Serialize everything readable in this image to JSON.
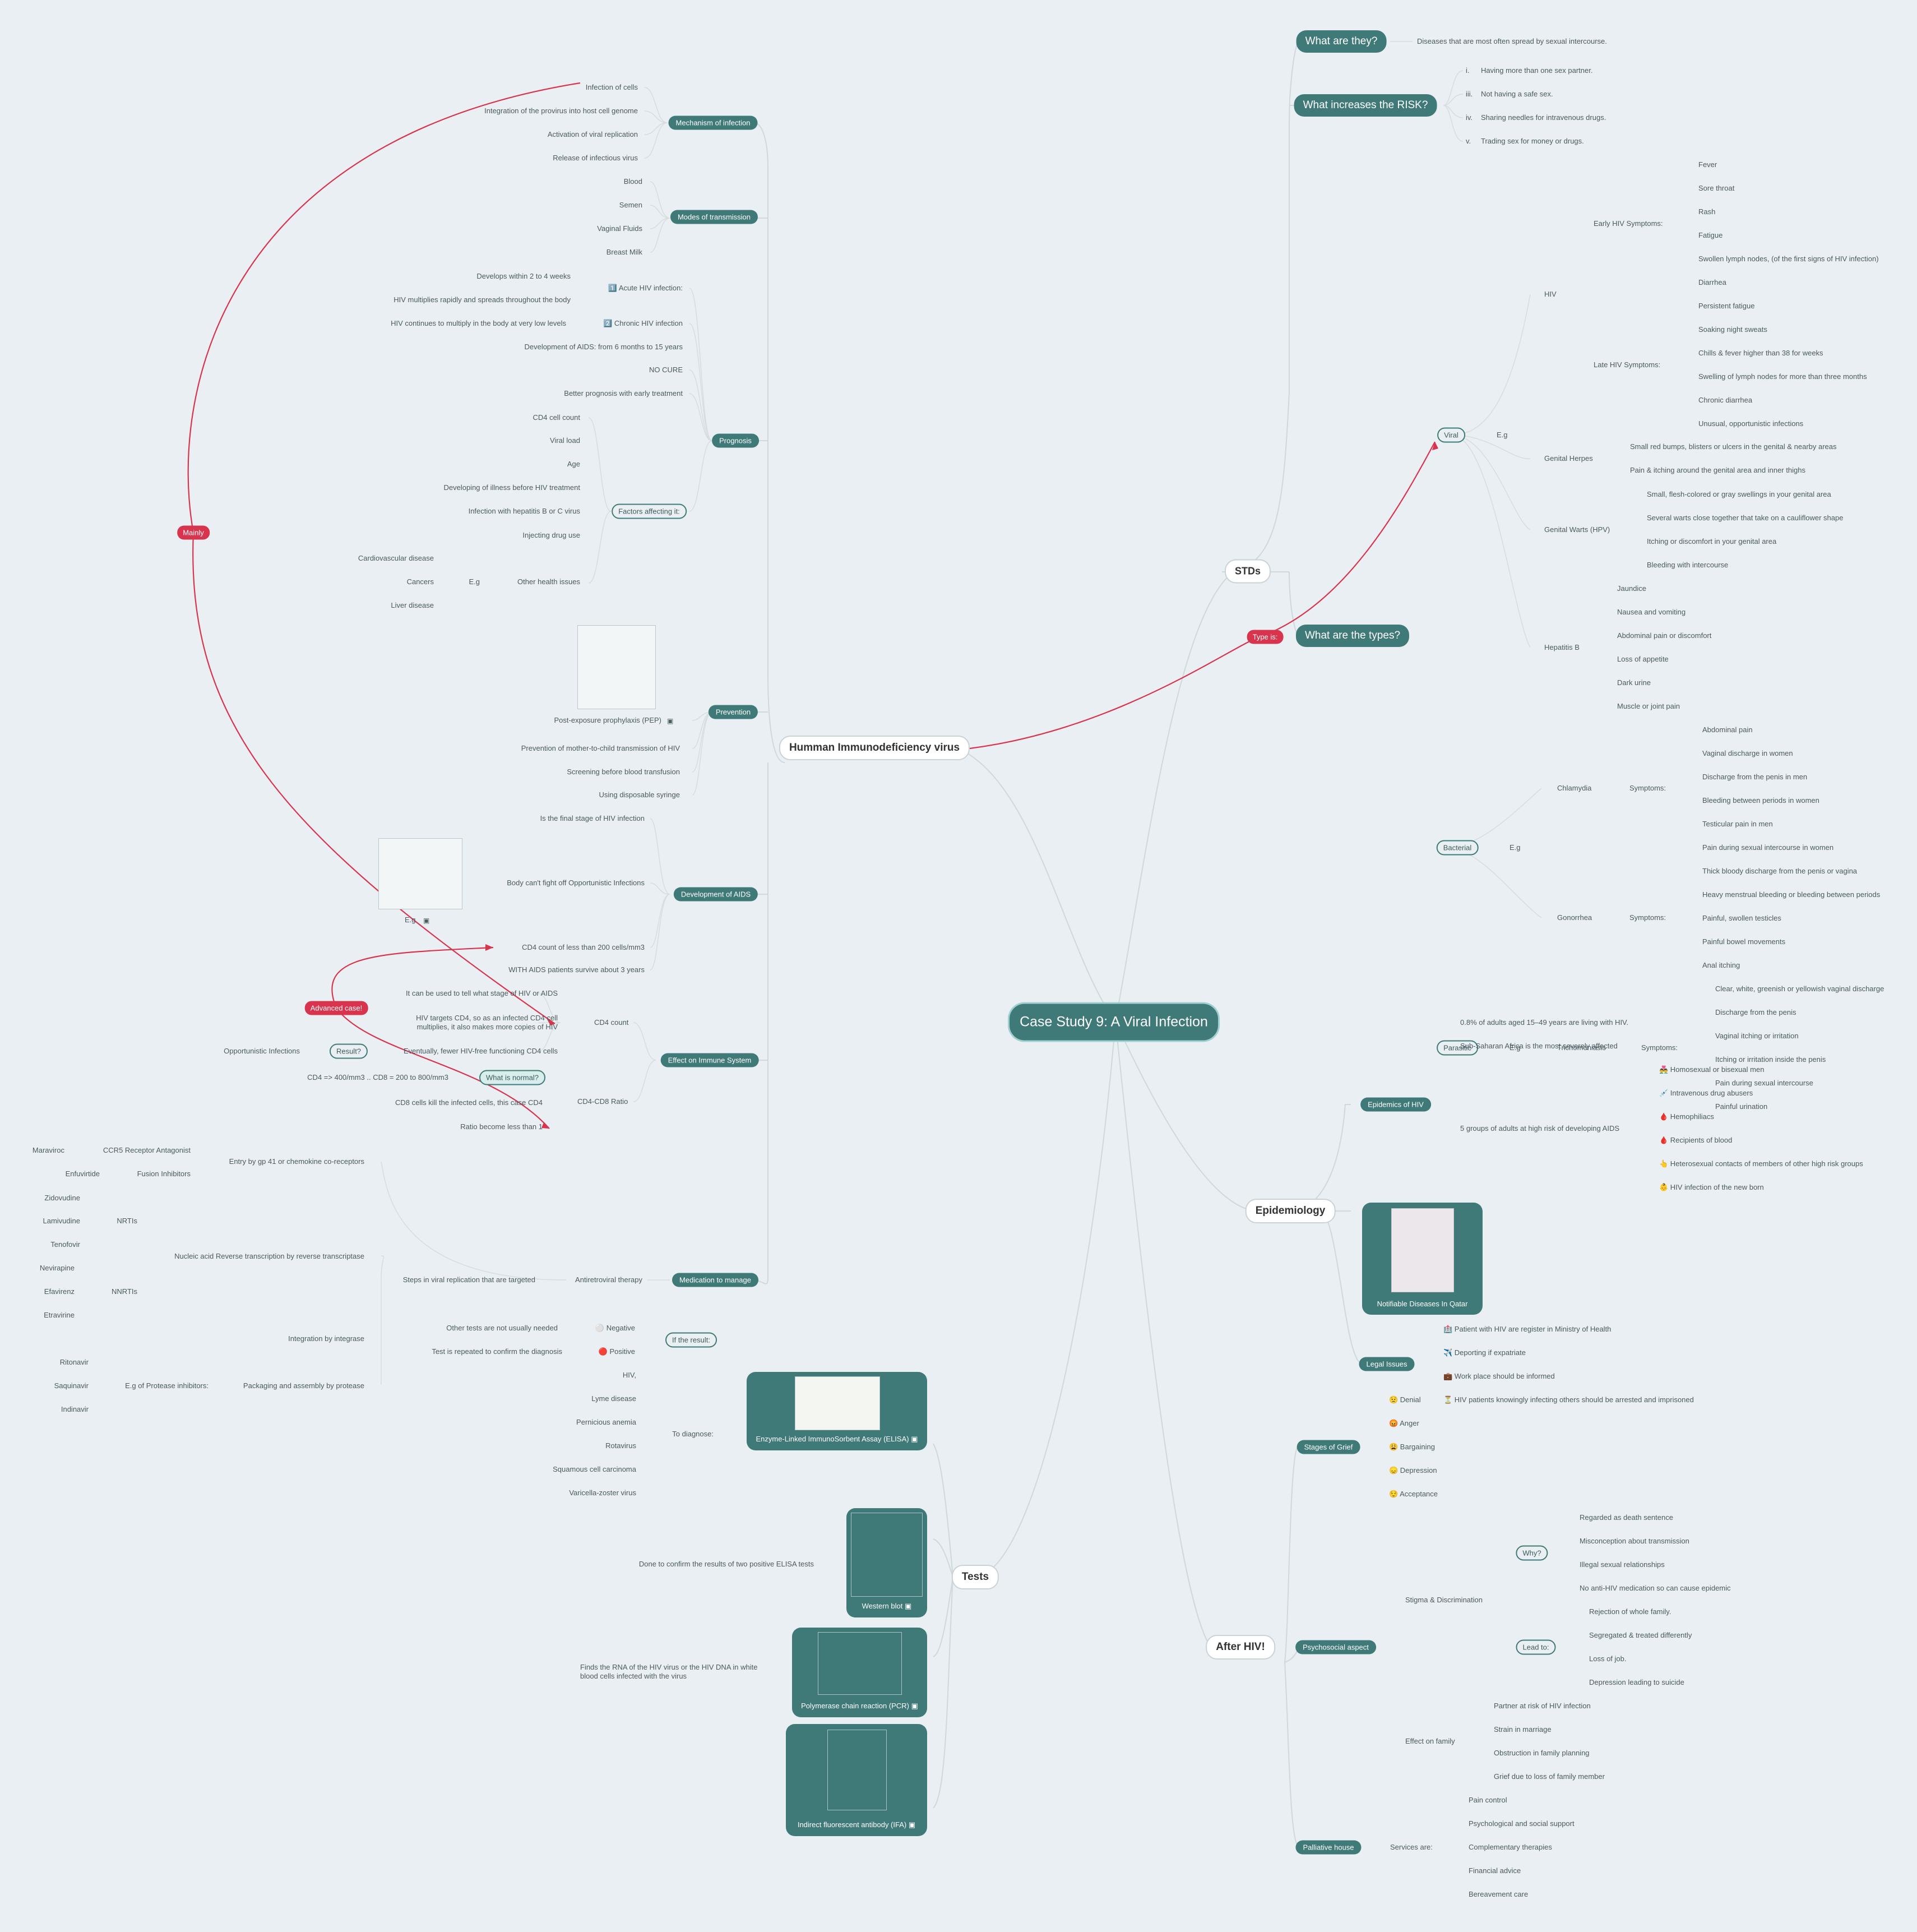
{
  "center": "Case Study 9: A Viral Infection",
  "main": {
    "hiv": "Humman Immunodeficiency virus",
    "stds": "STDs",
    "epi": "Epidemiology",
    "after": "After HIV!",
    "tests": "Tests"
  },
  "red": {
    "mainly": "Mainly",
    "typeis": "Type is:",
    "advanced": "Advanced case!"
  },
  "hiv": {
    "mechanism": {
      "title": "Mechanism of infection",
      "items": [
        "Infection of cells",
        "Integration of the provirus into host cell genome",
        "Activation of viral replication",
        "Release of infectious virus"
      ]
    },
    "modes": {
      "title": "Modes of transmission",
      "items": [
        "Blood",
        "Semen",
        "Vaginal Fluids",
        "Breast Milk"
      ]
    },
    "prognosis": {
      "title": "Prognosis",
      "acute": "1️⃣ Acute HIV infection:",
      "acute_items": [
        "Develops within 2 to 4 weeks",
        "HIV multiplies rapidly and spreads throughout the body"
      ],
      "chronic": "2️⃣ Chronic HIV infection",
      "chronic_items": [
        "HIV continues to multiply in the body at very low levels"
      ],
      "aids_dev": "Development of AIDS: from 6 months to 15 years",
      "nocure": "NO CURE",
      "better": "Better prognosis with early treatment",
      "factors": "Factors affecting it:",
      "factor_items": [
        "CD4 cell count",
        "Viral load",
        "Age",
        "Developing of illness before HIV treatment",
        "Infection with hepatitis B or C virus",
        "Injecting drug use",
        "Other health issues"
      ],
      "eg": "E.g",
      "eg_items": [
        "Cardiovascular disease",
        "Cancers",
        "Liver disease"
      ]
    },
    "prevention": {
      "title": "Prevention",
      "items": [
        "Post-exposure prophylaxis (PEP)",
        "Prevention of mother-to-child transmission of HIV",
        "Screening before blood transfusion",
        "Using disposable syringe"
      ]
    },
    "aids": {
      "title": "Development of AIDS",
      "items": [
        "Is the final stage of HIV infection",
        "Body can't fight off Opportunistic Infections",
        "CD4 count of less than 200 cells/mm3",
        "WITH AIDS patients survive about 3 years"
      ],
      "eg": "E.g"
    },
    "immune": {
      "title": "Effect on Immune System",
      "cd4": "CD4 count",
      "cd4_items": [
        "It can be used to tell what stage of HIV or AIDS",
        "HIV targets CD4, so as an infected CD4 cell multiplies, it also makes more copies of HIV",
        "Eventually, fewer HIV-free functioning CD4 cells"
      ],
      "result": "Result?",
      "opp": "Opportunistic Infections",
      "ratio": "CD4-CD8 Ratio",
      "normal": "What is normal?",
      "ratio_items": [
        "CD4 => 400/mm3 .. CD8 = 200 to 800/mm3",
        "CD8 cells kill the infected cells, this case CD4",
        "Ratio become less than 1"
      ]
    },
    "medication": {
      "title": "Medication to manage",
      "art": "Antiretroviral therapy",
      "steps": "Steps in viral replication that are targeted",
      "entry": "Entry by gp 41 or chemokine co-receptors",
      "ccr5": "CCR5 Receptor Antagonist",
      "maraviroc": "Maraviroc",
      "fusion": "Fusion Inhibitors",
      "enfuvirtide": "Enfuvirtide",
      "nrt": "Nucleic acid Reverse transcription by reverse transcriptase",
      "nrtis": "NRTIs",
      "nrti_items": [
        "Zidovudine",
        "Lamivudine",
        "Tenofovir"
      ],
      "nnrtis": "NNRTIs",
      "nnrti_items": [
        "Nevirapine",
        "Efavirenz",
        "Etravirine"
      ],
      "integrase": "Integration by integrase",
      "packaging": "Packaging and assembly by protease",
      "pi": "E.g of Protease inhibitors:",
      "pi_items": [
        "Ritonavir",
        "Saquinavir",
        "Indinavir"
      ]
    }
  },
  "stds": {
    "what": {
      "title": "What are they?",
      "text": "Diseases that are most often spread by sexual intercourse."
    },
    "risk": {
      "title": "What increases the RISK?",
      "nums": [
        "i.",
        "iii.",
        "iv.",
        "v."
      ],
      "items": [
        "Having more than one sex partner.",
        "Not having a safe sex.",
        "Sharing needles for intravenous drugs.",
        "Trading sex for money or drugs."
      ]
    },
    "types": {
      "title": "What are the types?",
      "viral": "Viral",
      "eg": "E.g",
      "hiv": "HIV",
      "early": "Early HIV Symptoms:",
      "early_items": [
        "Fever",
        "Sore throat",
        "Rash",
        "Fatigue",
        "Swollen lymph nodes, (of the first signs of HIV infection)",
        "Diarrhea"
      ],
      "late": "Late HIV Symptoms:",
      "late_items": [
        "Persistent fatigue",
        "Soaking night sweats",
        "Chills & fever higher than 38 for weeks",
        "Swelling of lymph nodes for more than three months",
        "Chronic diarrhea",
        "Unusual, opportunistic infections"
      ],
      "herpes": "Genital Herpes",
      "herpes_items": [
        "Small red bumps, blisters or ulcers in the genital & nearby areas",
        "Pain & itching around the genital area and inner thighs"
      ],
      "warts": "Genital Warts (HPV)",
      "warts_items": [
        "Small, flesh-colored or gray swellings in your genital area",
        "Several warts close together that take on a cauliflower shape",
        "Itching or discomfort in your genital area",
        "Bleeding with intercourse"
      ],
      "hepb": "Hepatitis B",
      "hepb_items": [
        "Jaundice",
        "Nausea and vomiting",
        "Abdominal pain or discomfort",
        "Loss of appetite",
        "Dark urine",
        "Muscle or joint pain"
      ],
      "bacterial": "Bacterial",
      "chlamydia": "Chlamydia",
      "symptoms": "Symptoms:",
      "chlam_items": [
        "Abdominal pain",
        "Vaginal discharge in women",
        "Discharge from the penis in men",
        "Bleeding between periods in women",
        "Testicular pain in men",
        "Pain during sexual intercourse in women"
      ],
      "gonorrhea": "Gonorrhea",
      "gono_items": [
        "Thick bloody discharge from the penis or vagina",
        "Heavy menstrual bleeding or bleeding between periods",
        "Painful, swollen testicles",
        "Painful bowel movements",
        "Anal itching"
      ],
      "parasitic": "Parasitic",
      "tricho": "Trichomoniasis",
      "tricho_items": [
        "Clear, white, greenish or yellowish vaginal discharge",
        "Discharge from the penis",
        "Vaginal itching or irritation",
        "Itching or irritation inside the penis",
        "Pain during sexual intercourse",
        "Painful urination"
      ]
    }
  },
  "epi": {
    "epidemics": {
      "title": "Epidemics of HIV",
      "items": [
        "0.8% of adults aged 15–49 years are living with HIV.",
        "Sub-Saharan Africa is the most severely affected",
        "5 groups of adults at high risk of developing AIDS"
      ],
      "groups": [
        "👨‍❤️‍👨 Homosexual or bisexual men",
        "💉 Intravenous drug abusers",
        "🩸 Hemophiliacs",
        "🩸 Recipients of blood",
        "👆 Heterosexual contacts of members of other high risk groups",
        "👶 HIV infection of the new born"
      ]
    },
    "notifiable": "Notifiable Diseases In Qatar",
    "legal": {
      "title": "Legal Issues",
      "items": [
        "🏥 Patient with HIV are register in Ministry of Health",
        "✈️ Deporting if expatriate",
        "💼 Work place should be informed",
        "⏳ HIV patients knowingly infecting others should be arrested and imprisoned"
      ]
    }
  },
  "after": {
    "grief": {
      "title": "Stages of Grief",
      "items": [
        "😟 Denial",
        "😡 Anger",
        "😩 Bargaining",
        "😞 Depression",
        "😌 Acceptance"
      ]
    },
    "psycho": {
      "title": "Psychosocial aspect",
      "stigma": "Stigma & Discrimination",
      "why": "Why?",
      "why_items": [
        "Regarded as death sentence",
        "Misconception about transmission",
        "Illegal sexual relationships",
        "No anti-HIV medication so can cause epidemic"
      ],
      "lead": "Lead to:",
      "lead_items": [
        "Rejection of whole family.",
        "Segregated & treated differently",
        "Loss of job.",
        "Depression leading to suicide"
      ],
      "family": "Effect on family",
      "family_items": [
        "Partner at risk of HIV infection",
        "Strain in marriage",
        "Obstruction in family planning",
        "Grief due to loss of family member"
      ]
    },
    "palliative": {
      "title": "Palliative house",
      "services": "Services are:",
      "items": [
        "Pain control",
        "Psychological and social support",
        "Complementary therapies",
        "Financial advice",
        "Bereavement care"
      ]
    }
  },
  "tests": {
    "elisa": {
      "title": "Enzyme-Linked ImmunoSorbent Assay (ELISA)",
      "result": "If the result:",
      "neg": "⚪ Negative",
      "neg_text": "Other tests are not usually needed",
      "pos": "🔴 Positive",
      "pos_text": "Test is repeated to confirm the diagnosis",
      "diagnose": "To diagnose:",
      "diag_items": [
        "HIV,",
        "Lyme disease",
        "Pernicious anemia",
        "Rotavirus",
        "Squamous cell carcinoma",
        "Varicella-zoster virus"
      ]
    },
    "western": {
      "title": "Western blot",
      "text": "Done to confirm the results of two positive ELISA tests"
    },
    "pcr": {
      "title": "Polymerase chain reaction (PCR)",
      "text": "Finds the RNA of the HIV virus or the HIV DNA in white blood cells infected with the virus"
    },
    "ifa": {
      "title": "Indirect fluorescent antibody (IFA)"
    }
  }
}
